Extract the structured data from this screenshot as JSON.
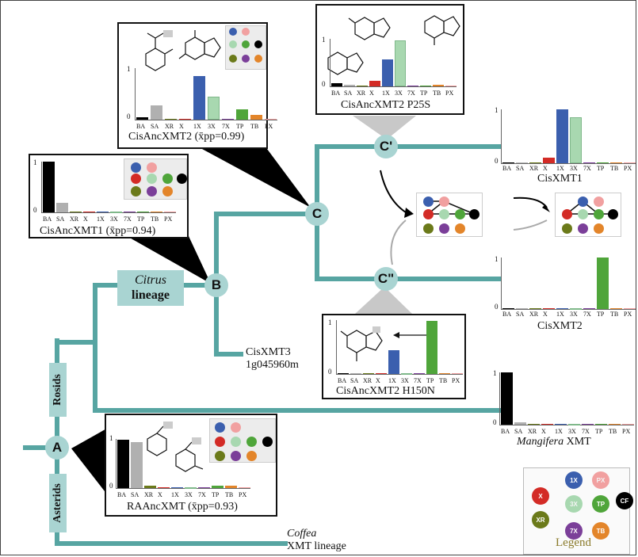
{
  "nodes": {
    "A": "A",
    "B": "B",
    "C": "C",
    "Cp": "C'",
    "Cpp": "C\""
  },
  "clades": {
    "rosids": "Rosids",
    "asterids": "Asterids",
    "citrus_top": "Citrus",
    "citrus_bottom": "lineage"
  },
  "leaves": {
    "cisxmt3_line1": "CisXMT3",
    "cisxmt3_line2": "1g045960m",
    "coffea_line1": "Coffea",
    "coffea_line2": "XMT lineage"
  },
  "panels": {
    "anc_xmt2": {
      "title": "CisAncXMT2 (x̄pp=0.99)",
      "tick_top": "1",
      "tick_bottom": "0"
    },
    "anc_xmt1": {
      "title": "CisAncXMT1 (x̄pp=0.94)",
      "tick_top": "1",
      "tick_bottom": "0"
    },
    "p25s": {
      "title": "CisAncXMT2 P25S",
      "tick_top": "1",
      "tick_bottom": "0"
    },
    "cisxmt1": {
      "title": "CisXMT1",
      "tick_top": "1",
      "tick_bottom": "0"
    },
    "cisxmt2": {
      "title": "CisXMT2",
      "tick_top": "1",
      "tick_bottom": "0"
    },
    "h150n": {
      "title": "CisAncXMT2 H150N",
      "tick_top": "1",
      "tick_bottom": "0"
    },
    "mangifera": {
      "title_italic": "Mangifera",
      "title_rest": " XMT",
      "tick_top": "1",
      "tick_bottom": "0"
    },
    "raanc": {
      "title": "RAAncXMT (x̄pp=0.93)",
      "tick_top": "1",
      "tick_bottom": "0"
    }
  },
  "categories": [
    "BA",
    "SA",
    "XR",
    "X",
    "1X",
    "3X",
    "7X",
    "TP",
    "TB",
    "PX"
  ],
  "category_colors": {
    "BA": "#000000",
    "SA": "#b0b0b0",
    "XR": "#6b7a1a",
    "X": "#d32b26",
    "1X": "#3b5fae",
    "3X": "#a8d8b0",
    "7X": "#7b3f99",
    "TP": "#4fa53a",
    "TB": "#e3852a",
    "PX": "#f1a0a0"
  },
  "legend": {
    "title": "Legend",
    "items": [
      {
        "key": "1X",
        "label": "1X",
        "color": "#3b5fae"
      },
      {
        "key": "PX",
        "label": "PX",
        "color": "#f1a0a0"
      },
      {
        "key": "X",
        "label": "X",
        "color": "#d32b26"
      },
      {
        "key": "3X",
        "label": "3X",
        "color": "#a8d8b0"
      },
      {
        "key": "TP",
        "label": "TP",
        "color": "#4fa53a"
      },
      {
        "key": "CF",
        "label": "CF",
        "color": "#000000"
      },
      {
        "key": "XR",
        "label": "XR",
        "color": "#6b7a1a"
      },
      {
        "key": "7X",
        "label": "7X",
        "color": "#7b3f99"
      },
      {
        "key": "TB",
        "label": "TB",
        "color": "#e3852a"
      }
    ]
  },
  "activity_values": {
    "anc_xmt2": [
      0.05,
      0.27,
      0.01,
      0.01,
      0.84,
      0.44,
      0.01,
      0.2,
      0.09,
      0.01
    ],
    "anc_xmt1": [
      1.0,
      0.18,
      0.01,
      0.01,
      0.0,
      0.0,
      0.0,
      0.0,
      0.0,
      0.0
    ],
    "p25s": [
      0.06,
      0.03,
      0.0,
      0.12,
      0.56,
      0.96,
      0.02,
      0.02,
      0.03,
      0.01
    ],
    "cisxmt1": [
      0.0,
      0.0,
      0.0,
      0.11,
      1.0,
      0.85,
      0.0,
      0.0,
      0.02,
      0.0
    ],
    "cisxmt2": [
      0.0,
      0.0,
      0.0,
      0.0,
      0.0,
      0.01,
      0.01,
      1.0,
      0.0,
      0.0
    ],
    "h150n": [
      0.0,
      0.0,
      0.0,
      0.0,
      0.44,
      0.01,
      0.02,
      0.98,
      0.02,
      0.0
    ],
    "mangifera": [
      1.0,
      0.05,
      0.0,
      0.02,
      0.0,
      0.0,
      0.0,
      0.0,
      0.02,
      0.0
    ],
    "raanc": [
      0.98,
      0.94,
      0.05,
      0.0,
      0.02,
      0.02,
      0.0,
      0.05,
      0.05,
      0.02
    ]
  }
}
